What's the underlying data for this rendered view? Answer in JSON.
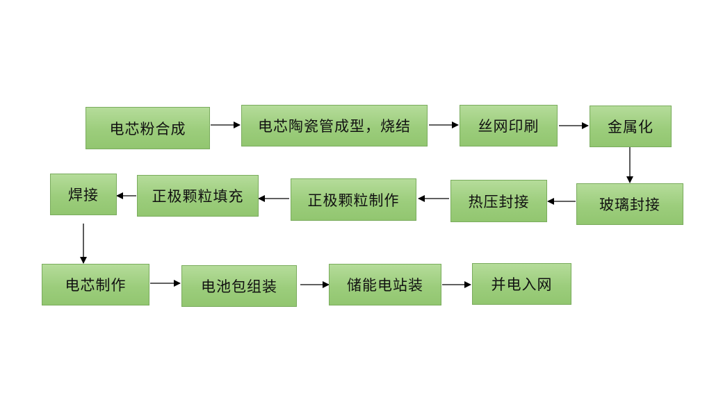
{
  "diagram": {
    "nodes": [
      {
        "id": "n1",
        "label": "电芯粉合成"
      },
      {
        "id": "n2",
        "label": "电芯陶瓷管成型，烧结"
      },
      {
        "id": "n3",
        "label": "丝网印刷"
      },
      {
        "id": "n4",
        "label": "金属化"
      },
      {
        "id": "n5",
        "label": "玻璃封接"
      },
      {
        "id": "n6",
        "label": "热压封接"
      },
      {
        "id": "n7",
        "label": "正极颗粒制作"
      },
      {
        "id": "n8",
        "label": "正极颗粒填充"
      },
      {
        "id": "n9",
        "label": "焊接"
      },
      {
        "id": "n10",
        "label": "电芯制作"
      },
      {
        "id": "n11",
        "label": "电池包组装"
      },
      {
        "id": "n12",
        "label": "储能电站装"
      },
      {
        "id": "n13",
        "label": "并电入网"
      }
    ],
    "edges": [
      {
        "from": "n1",
        "to": "n2"
      },
      {
        "from": "n2",
        "to": "n3"
      },
      {
        "from": "n3",
        "to": "n4"
      },
      {
        "from": "n4",
        "to": "n5"
      },
      {
        "from": "n5",
        "to": "n6"
      },
      {
        "from": "n6",
        "to": "n7"
      },
      {
        "from": "n7",
        "to": "n8"
      },
      {
        "from": "n8",
        "to": "n9"
      },
      {
        "from": "n9",
        "to": "n10"
      },
      {
        "from": "n10",
        "to": "n11"
      },
      {
        "from": "n11",
        "to": "n12"
      },
      {
        "from": "n12",
        "to": "n13"
      }
    ],
    "colors": {
      "box_fill": "#9ccd7c",
      "box_border": "#79ab5c",
      "arrow": "#000000"
    }
  }
}
